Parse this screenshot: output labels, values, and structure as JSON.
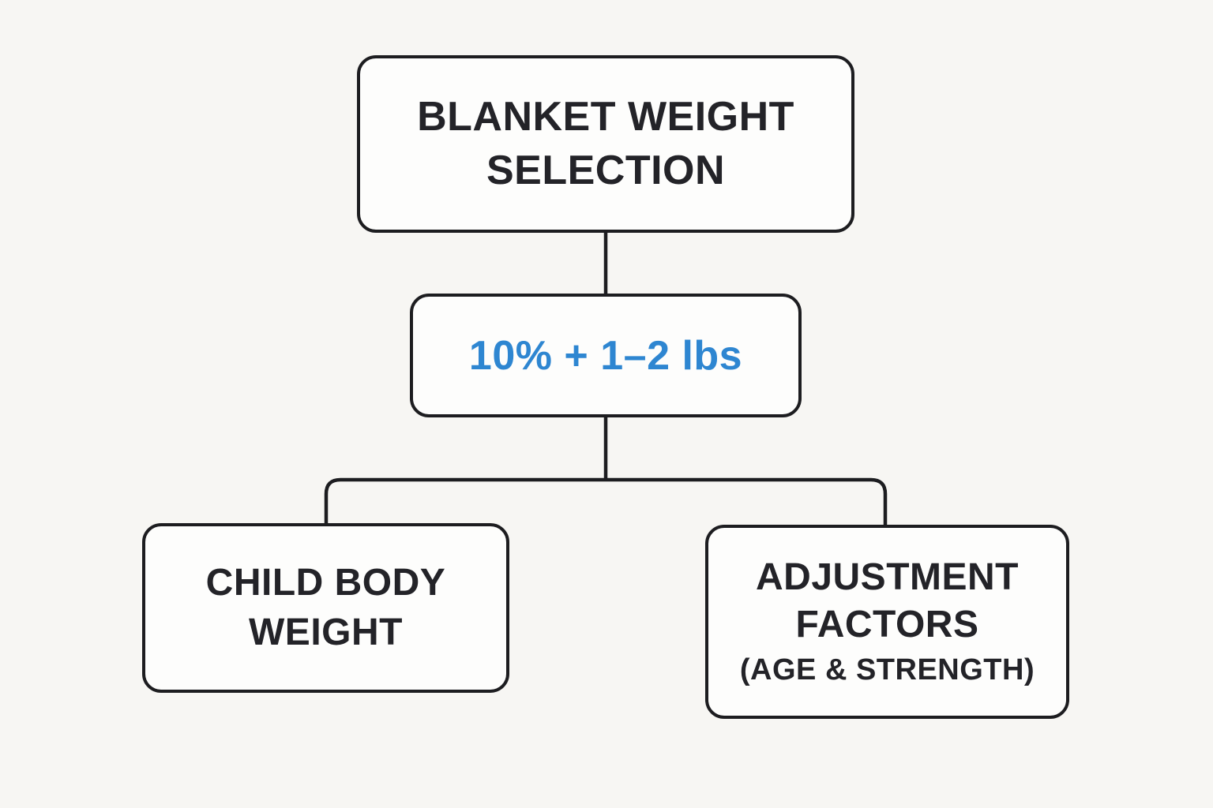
{
  "diagram": {
    "type": "flowchart",
    "background_color": "#f7f6f3",
    "box_fill_color": "#fdfdfc",
    "line_color": "#1d1d20",
    "text_color": "#232328",
    "accent_color": "#2e86d1",
    "nodes": {
      "root": {
        "line1": "BLANKET WEIGHT",
        "line2": "SELECTION"
      },
      "formula": {
        "label": "10% + 1–2 lbs"
      },
      "child_weight": {
        "line1": "CHILD BODY",
        "line2": "WEIGHT"
      },
      "adjustment": {
        "line1": "ADJUSTMENT",
        "line2": "FACTORS",
        "note": "(AGE & STRENGTH)"
      }
    },
    "edges": [
      {
        "from": "root",
        "to": "formula"
      },
      {
        "from": "formula",
        "to": "child_weight"
      },
      {
        "from": "formula",
        "to": "adjustment"
      }
    ]
  }
}
